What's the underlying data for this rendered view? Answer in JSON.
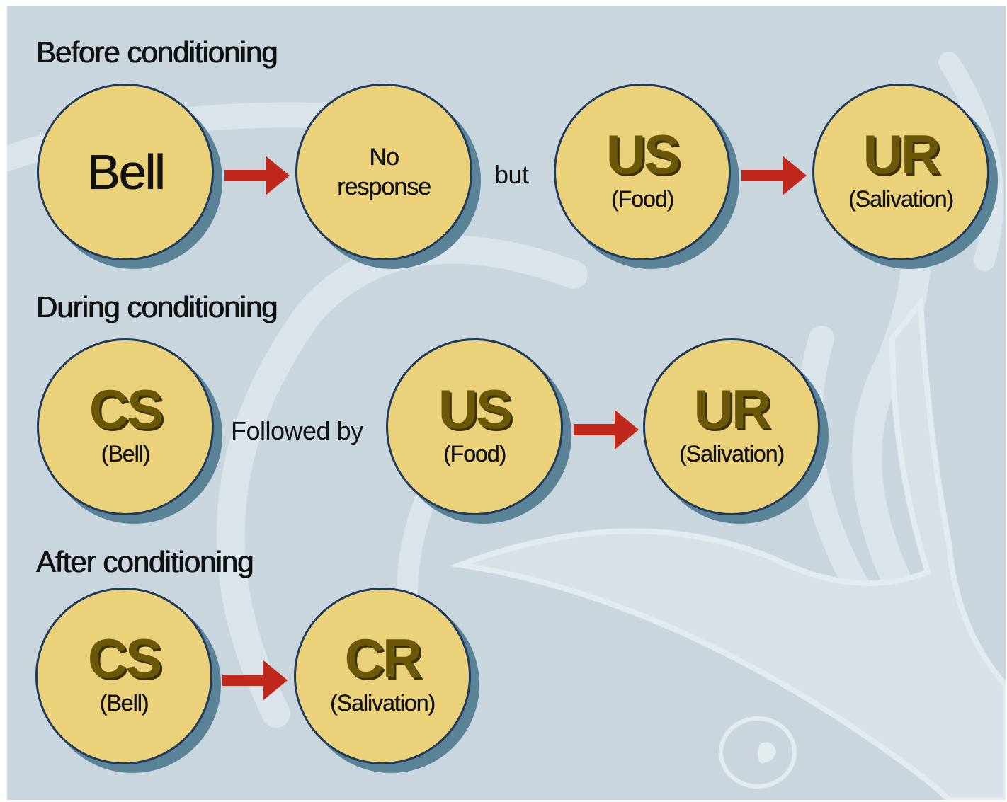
{
  "colors": {
    "background": "#c9d6de",
    "node_fill": "#ebd27a",
    "node_border": "#1f3a5a",
    "node_shadow": "#5b8398",
    "abbr_text": "#6b5708",
    "arrow": "#c0281c"
  },
  "before": {
    "title": "Before conditioning",
    "node1": {
      "label": "Bell"
    },
    "node2": {
      "line1": "No",
      "line2": "response"
    },
    "connector": "but",
    "node3": {
      "abbr": "US",
      "sub": "(Food)"
    },
    "node4": {
      "abbr": "UR",
      "sub": "(Salivation)"
    }
  },
  "during": {
    "title": "During conditioning",
    "node1": {
      "abbr": "CS",
      "sub": "(Bell)"
    },
    "connector": "Followed by",
    "node2": {
      "abbr": "US",
      "sub": "(Food)"
    },
    "node3": {
      "abbr": "UR",
      "sub": "(Salivation)"
    }
  },
  "after": {
    "title": "After conditioning",
    "node1": {
      "abbr": "CS",
      "sub": "(Bell)"
    },
    "node2": {
      "abbr": "CR",
      "sub": "(Salivation)"
    }
  },
  "icons": {
    "arrow": "arrow-right-icon",
    "background": "bell-icon"
  }
}
